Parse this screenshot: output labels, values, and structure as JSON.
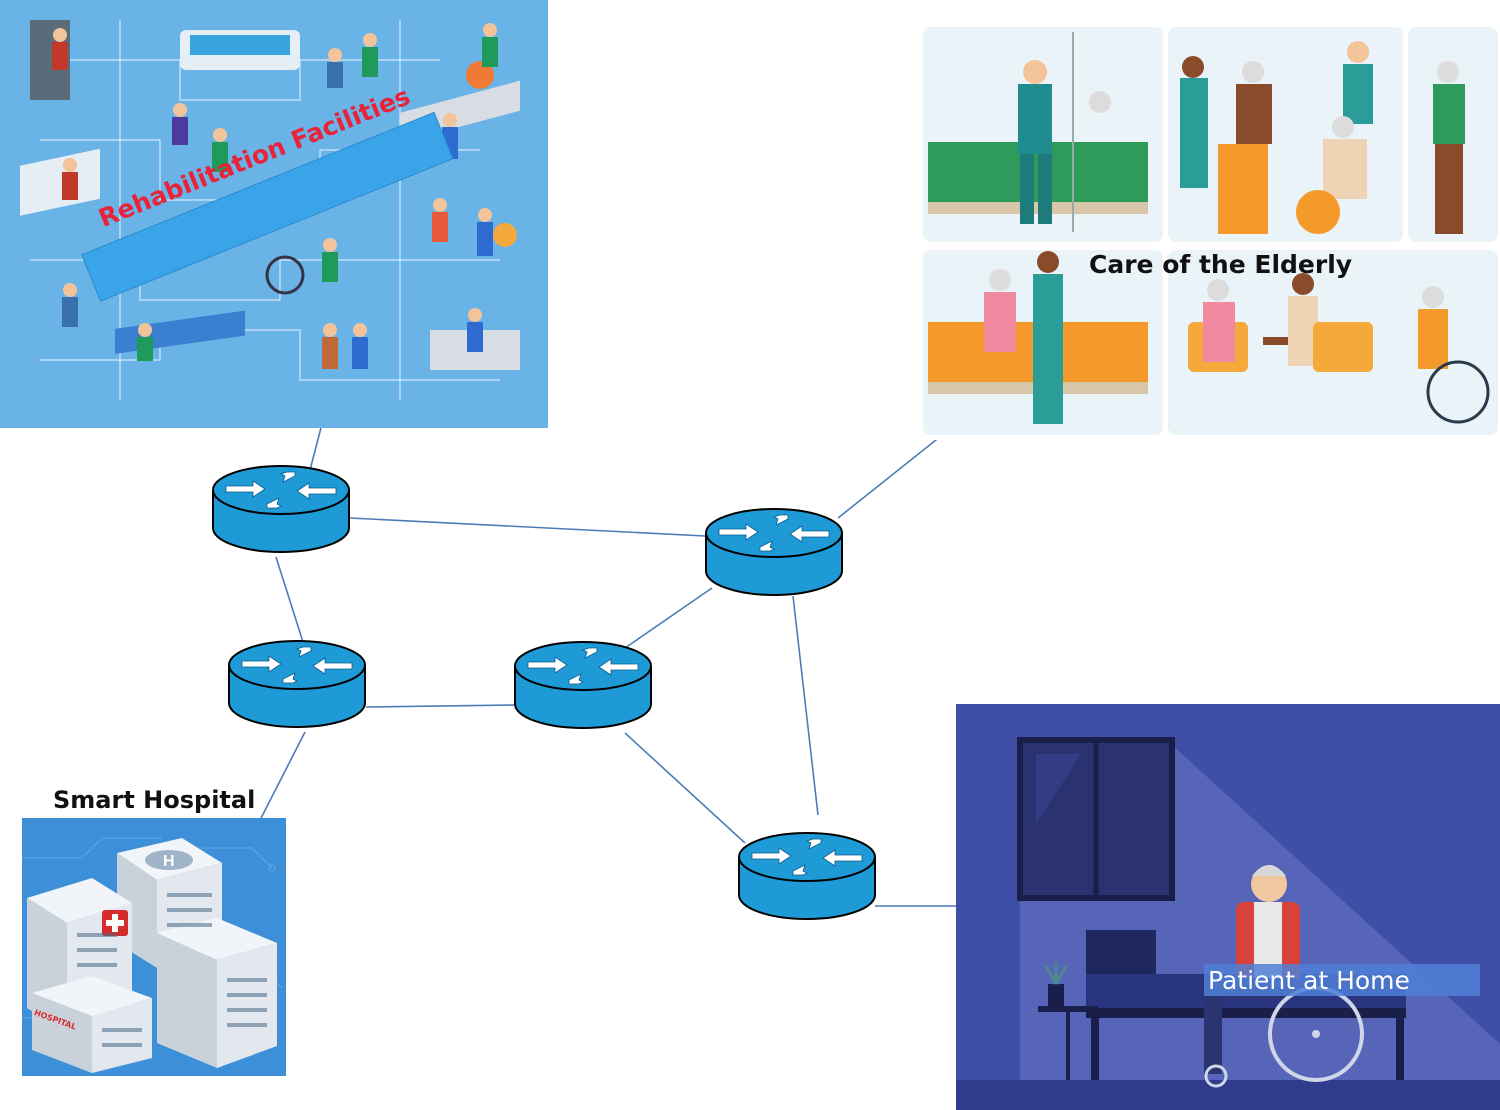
{
  "nodes": {
    "rehab": {
      "label": "Rehabilitation Facilities",
      "label_color": "#e8233a",
      "bg": "#69b3e7"
    },
    "elderly": {
      "label": "Care of the Elderly"
    },
    "hospital": {
      "label": "Smart Hospital",
      "sign": "HOSPITAL",
      "bg": "#3d8fd8"
    },
    "home": {
      "label": "Patient at Home",
      "bg": "#3f4fa8"
    }
  },
  "colors": {
    "router_fill": "#1e9ad6",
    "router_stroke": "#000000",
    "link": "#4a7db8"
  },
  "icons": {
    "router": "router-icon"
  }
}
